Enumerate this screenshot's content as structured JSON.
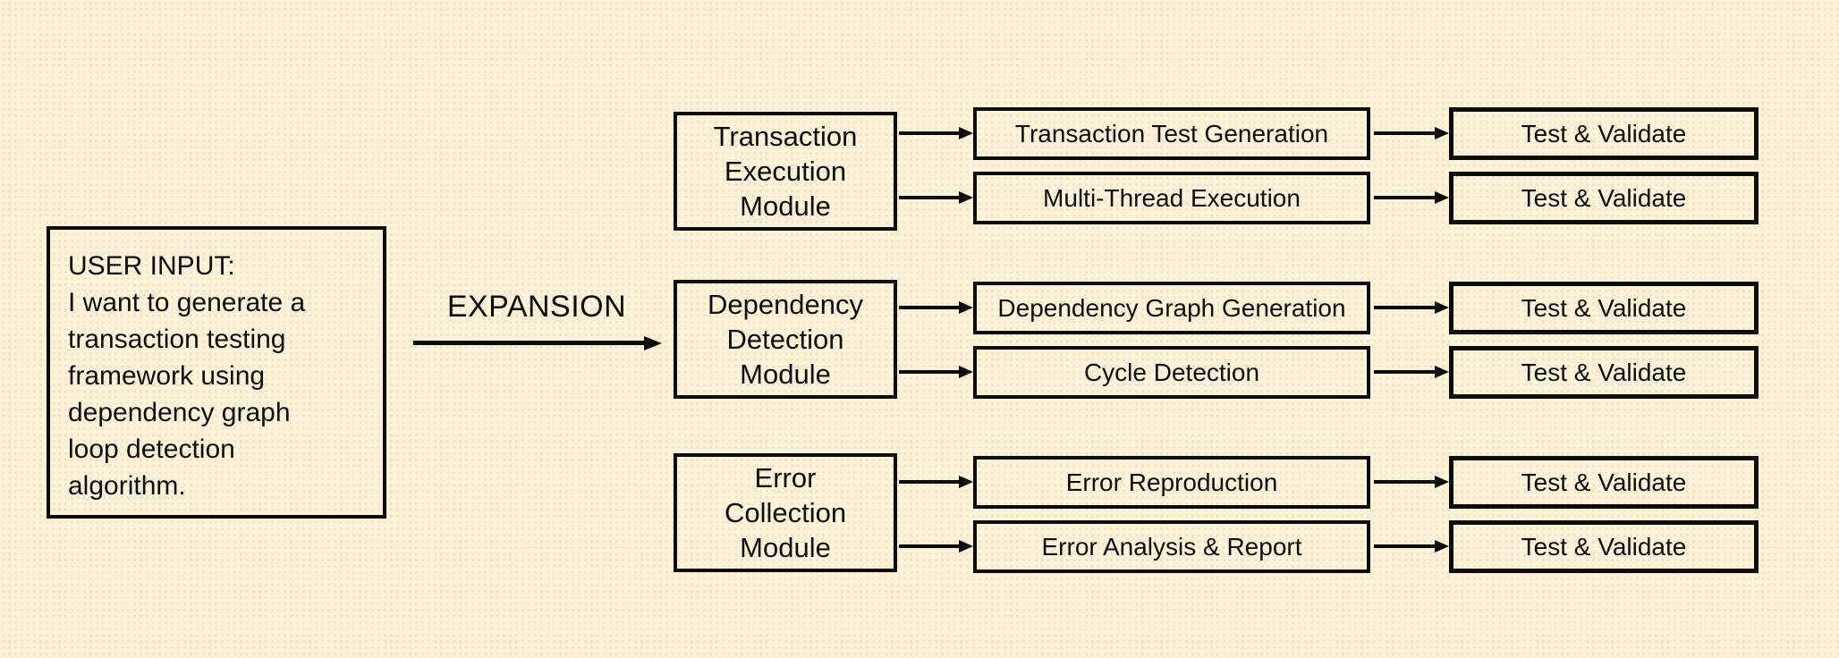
{
  "diagram": {
    "background_color": "#fbf2d7",
    "ink_color": "#0d0d0d",
    "user_input": {
      "lines": [
        "USER INPUT:",
        "I want to generate a",
        "transaction testing",
        "framework using",
        "dependency graph",
        "loop detection",
        "algorithm."
      ]
    },
    "expansion_label": "EXPANSION",
    "validate_label": "Test & Validate",
    "modules": [
      {
        "lines": [
          "Transaction",
          "Execution",
          "Module"
        ],
        "steps": [
          "Transaction Test Generation",
          "Multi-Thread Execution"
        ]
      },
      {
        "lines": [
          "Dependency",
          "Detection",
          "Module"
        ],
        "steps": [
          "Dependency Graph Generation",
          "Cycle Detection"
        ]
      },
      {
        "lines": [
          "Error",
          "Collection",
          "Module"
        ],
        "steps": [
          "Error Reproduction",
          "Error Analysis & Report"
        ]
      }
    ]
  }
}
